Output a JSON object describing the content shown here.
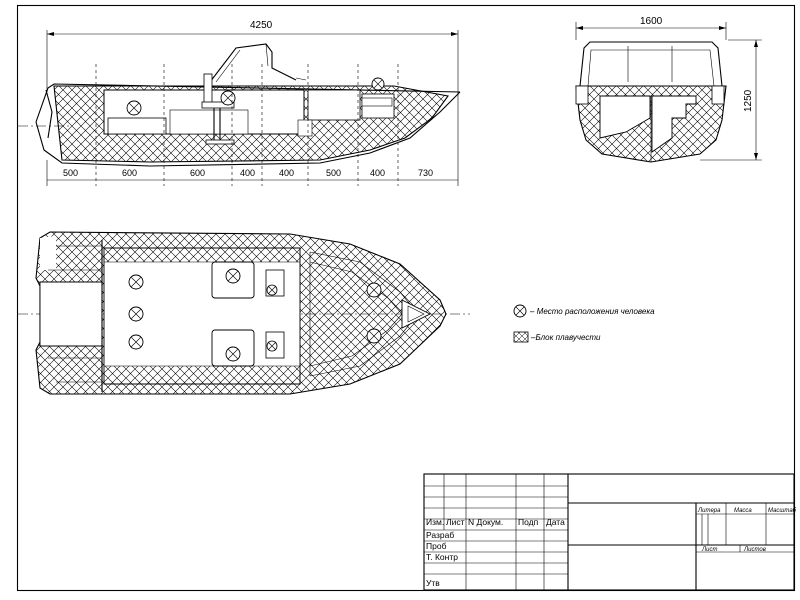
{
  "side_view": {
    "overall_length": "4250",
    "segments": [
      "500",
      "600",
      "600",
      "400",
      "400",
      "500",
      "400",
      "730"
    ]
  },
  "front_view": {
    "beam": "1600",
    "height": "1250"
  },
  "legend": {
    "person_location": "– Место расположения человека",
    "buoyancy_block": "–Блок плавучести"
  },
  "title_block": {
    "izm_list": "Изм.",
    "list_col": "Лист",
    "n_dokum": "N  Докум.",
    "podp": "Подп",
    "data": "Дата",
    "razrab": "Разраб",
    "prob": "Проб",
    "t_kontr": "Т. Контр",
    "utv": "Утв",
    "litera": "Литера",
    "massa": "Масса",
    "masshtab": "Масштаб",
    "list": "Лист",
    "listov": "Листов"
  }
}
